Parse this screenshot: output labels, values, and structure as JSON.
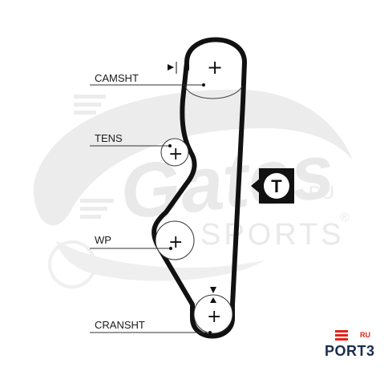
{
  "watermark": {
    "brand_text": "Gates",
    "sub_text": "SPORTS",
    "ru_text": "RU",
    "registered_mark": "®"
  },
  "labels": {
    "camshaft": "CAMSHT",
    "tensioner": "TENS",
    "water_pump": "WP",
    "crankshaft": "CRANSHT"
  },
  "tensioner_badge": {
    "letter": "T"
  },
  "plus_sign": "+",
  "logo": {
    "name": "PORT3",
    "suffix": "RU"
  },
  "colors": {
    "belt": "#111111",
    "brand_red": "#e2231a",
    "brand_navy": "#1d2b4f",
    "watermark": "#e9e9ea"
  }
}
